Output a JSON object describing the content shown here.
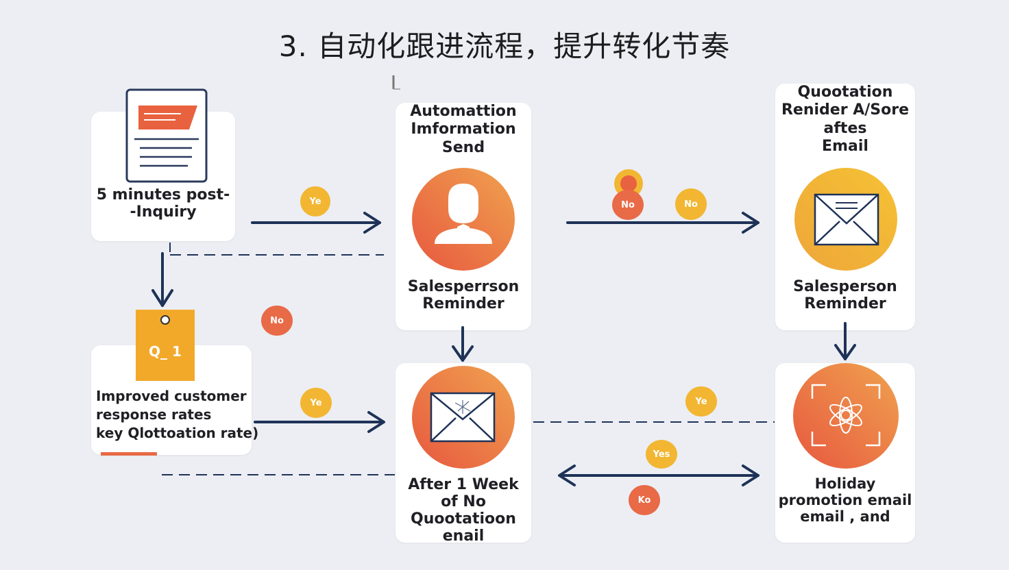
{
  "title": "3. 自动化跟进流程，提升转化节奏",
  "nodes": {
    "inquiry": "5 minutes post-\n-Inquiry",
    "auto_send": "Automattion\nImformation\nSend",
    "reminder_mid": "Salesperrson\nReminder",
    "quotation": "Quootation\nRenider A/Sore\naftes\nEmail",
    "reminder_right": "Salesperson\nReminder",
    "tag": "Q_ 1",
    "improved": "Improved customer\nresponse rates\nkey Qlottoation rate)",
    "week": "After 1 Week\nof No\nQuootatioon\nenail",
    "holiday": "Holiday\npromotion email\nemail , and"
  },
  "badges": {
    "b1": "Ye",
    "b2": "No",
    "b3": "No",
    "b4": "No",
    "b5": "Ye",
    "b6": "Ye",
    "b7": "Yes",
    "b8": "Ko"
  },
  "colors": {
    "navy": "#1e3257",
    "orange": "#e86a46",
    "yellow": "#f2b632",
    "background": "#eceef3"
  },
  "icons": [
    "document-icon",
    "person-icon",
    "envelope-icon",
    "envelope-icon",
    "ornament-icon",
    "tag-icon"
  ]
}
